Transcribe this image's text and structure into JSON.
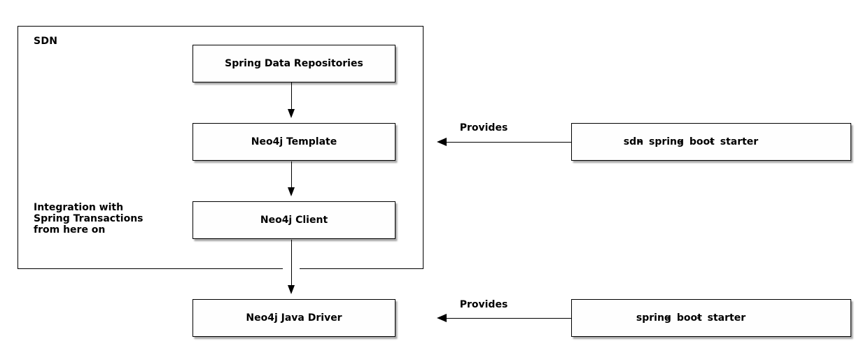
{
  "diagram": {
    "package": {
      "label": "SDN",
      "note": "Integration with\nSpring Transactions\nfrom here on"
    },
    "nodes": [
      {
        "id": "spring-data-repositories",
        "label": "Spring Data Repositories"
      },
      {
        "id": "neo4j-template",
        "label": "Neo4j Template"
      },
      {
        "id": "neo4j-client",
        "label": "Neo4j Client"
      },
      {
        "id": "neo4j-java-driver",
        "label": "Neo4j Java Driver"
      },
      {
        "id": "sdn-spring-boot-starter",
        "label": "sdn-spring-boot-starter"
      },
      {
        "id": "spring-boot-starter",
        "label": "spring-boot-starter"
      }
    ],
    "edges": [
      {
        "from": "spring-data-repositories",
        "to": "neo4j-template"
      },
      {
        "from": "neo4j-template",
        "to": "neo4j-client"
      },
      {
        "from": "neo4j-client",
        "to": "neo4j-java-driver"
      },
      {
        "from": "sdn-spring-boot-starter",
        "to": "neo4j-template",
        "label": "Provides"
      },
      {
        "from": "spring-boot-starter",
        "to": "neo4j-java-driver",
        "label": "Provides"
      }
    ],
    "colors": {
      "background": "#ffffff",
      "line": "#000000",
      "box_fill": "#fefefe",
      "text": "#000000"
    }
  }
}
